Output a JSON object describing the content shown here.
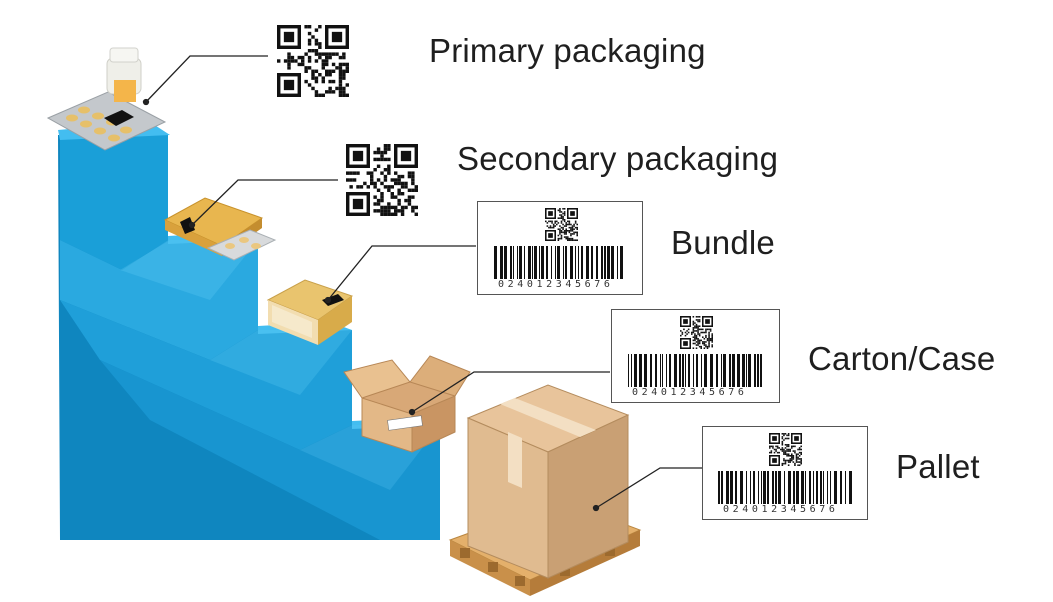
{
  "levels": [
    {
      "name": "Primary packaging",
      "code": "qr"
    },
    {
      "name": "Secondary packaging",
      "code": "qr"
    },
    {
      "name": "Bundle",
      "code": "barcode-label"
    },
    {
      "name": "Carton/Case",
      "code": "barcode-label"
    },
    {
      "name": "Pallet",
      "code": "barcode-label"
    }
  ],
  "barcode_digits": "024012345676",
  "colors": {
    "stair_front": "#1a9fd8",
    "stair_top": "#3db7ea",
    "stair_side": "#0f86bf",
    "box": "#e7c49a",
    "box_dark": "#c9a173",
    "tape": "#f1dbbe",
    "pallet": "#e4b06b",
    "pallet_dark": "#c48a43",
    "blister": "#bfc3c7",
    "pill": "#e9c46a",
    "leader": "#222222",
    "text": "#1f1f1f"
  },
  "icons": {
    "bottle": "medicine-bottle-icon",
    "blister": "blister-pack-icon",
    "carton": "small-carton-icon",
    "bundle": "shrink-bundle-icon",
    "case": "open-cardboard-box-icon",
    "pallet": "pallet-box-icon"
  }
}
